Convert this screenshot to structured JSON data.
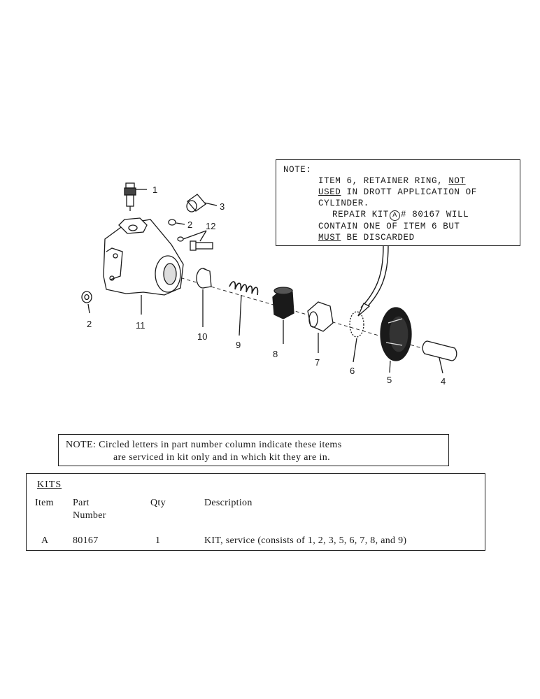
{
  "diagram": {
    "callouts": [
      {
        "id": "1",
        "label": "1"
      },
      {
        "id": "2a",
        "label": "2"
      },
      {
        "id": "2b",
        "label": "2"
      },
      {
        "id": "3",
        "label": "3"
      },
      {
        "id": "4",
        "label": "4"
      },
      {
        "id": "5",
        "label": "5"
      },
      {
        "id": "6",
        "label": "6"
      },
      {
        "id": "7",
        "label": "7"
      },
      {
        "id": "8",
        "label": "8"
      },
      {
        "id": "9",
        "label": "9"
      },
      {
        "id": "10",
        "label": "10"
      },
      {
        "id": "11",
        "label": "11"
      },
      {
        "id": "12",
        "label": "12"
      }
    ],
    "note": {
      "heading": "NOTE:",
      "line1_a": "ITEM 6, RETAINER RING, ",
      "line1_b": "NOT",
      "line2_a": "USED",
      "line2_b": " IN DROTT APPLICATION OF",
      "line3": "CYLINDER.",
      "line4_a": "REPAIR KIT",
      "line4_circle": "A",
      "line4_b": "# 80167 WILL",
      "line5": "CONTAIN ONE OF ITEM 6 BUT",
      "line6_a": "MUST",
      "line6_b": " BE DISCARDED"
    }
  },
  "kit_note": {
    "line1": "NOTE:   Circled letters in part number column indicate these items",
    "line2": "are serviced in kit only and in which kit they are in."
  },
  "kits_table": {
    "title": "KITS",
    "headers": {
      "item": "Item",
      "part_1": "Part",
      "part_2": "Number",
      "qty": "Qty",
      "description": "Description"
    },
    "rows": [
      {
        "item": "A",
        "part_number": "80167",
        "qty": "1",
        "description": "KIT, service (consists of 1, 2, 3, 5, 6, 7, 8, and 9)"
      }
    ]
  }
}
